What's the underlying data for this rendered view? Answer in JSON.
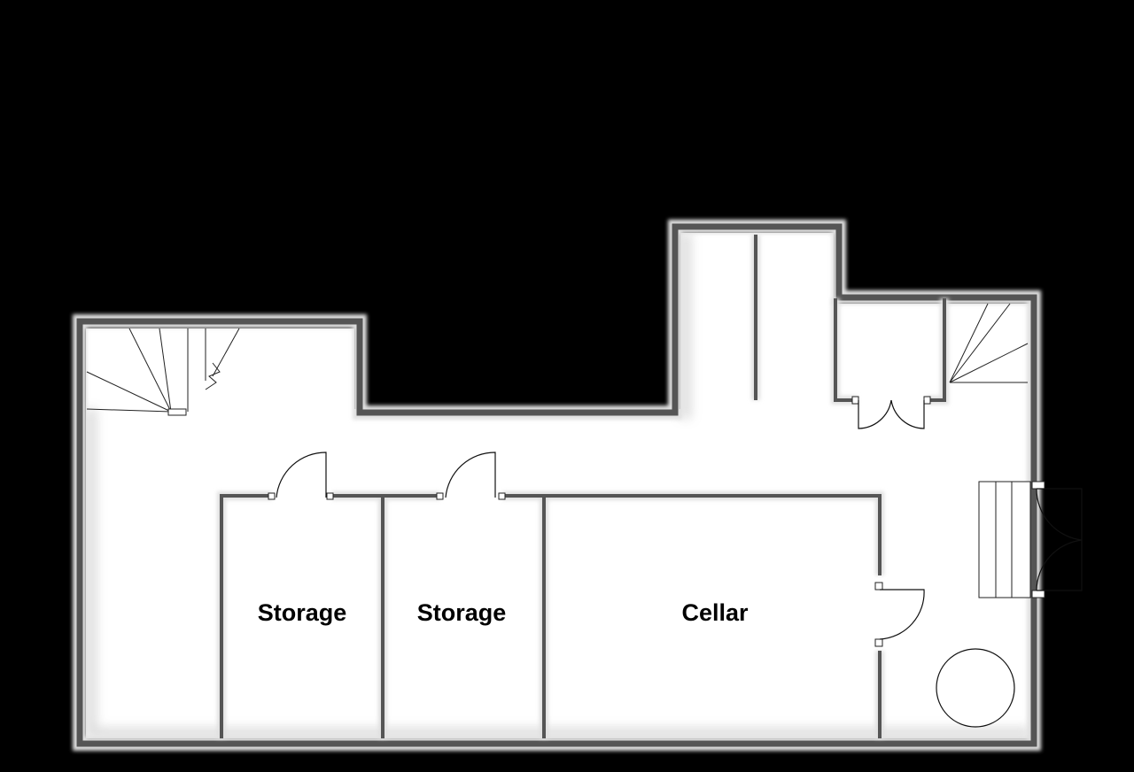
{
  "rooms": [
    {
      "id": "storage-1",
      "label": "Storage"
    },
    {
      "id": "storage-2",
      "label": "Storage"
    },
    {
      "id": "cellar",
      "label": "Cellar"
    }
  ],
  "colors": {
    "background": "#000000",
    "floor": "#ffffff",
    "wall_fill": "#5a5a5a",
    "wall_glow": "#d8d8d8",
    "line": "#222222"
  },
  "icons": [
    "staircase-icon",
    "door-icon",
    "double-door-icon",
    "circle-fixture-icon"
  ]
}
